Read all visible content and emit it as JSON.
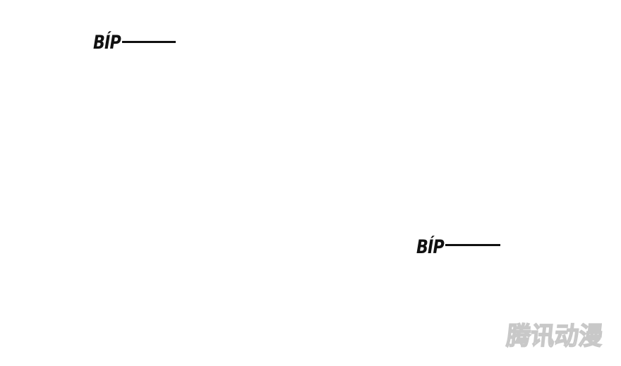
{
  "panel": {
    "background": "#ffffff",
    "sound_effects": [
      {
        "text": "BÍP",
        "trailing": "dash"
      },
      {
        "text": "BÍP",
        "trailing": "dash"
      }
    ],
    "watermark": {
      "text": "腾讯动漫",
      "color": "#c8c8c8"
    }
  }
}
